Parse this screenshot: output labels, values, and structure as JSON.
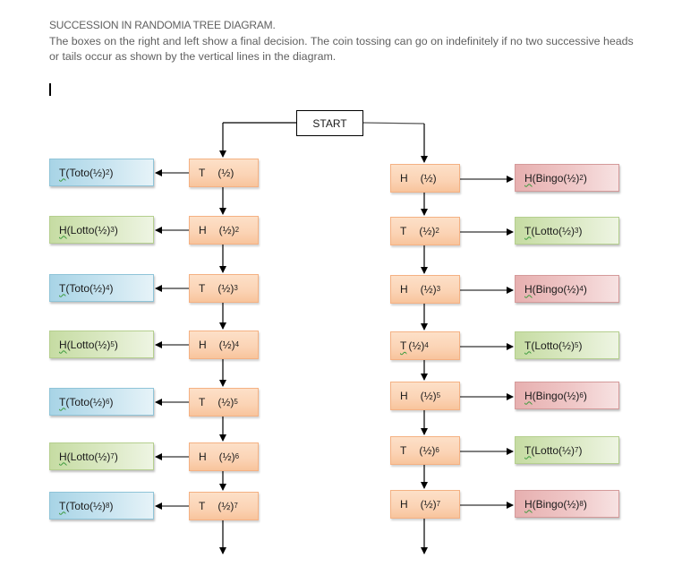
{
  "header": {
    "title": "SUCCESSION IN RANDOMIA TREE DIAGRAM.",
    "description": "The boxes on the right and left show a final decision. The coin tossing can go on indefinitely if no two successive heads or tails occur as shown by the vertical lines in the diagram."
  },
  "diagram": {
    "start_label": "START",
    "left_chain": [
      {
        "side": "T",
        "base": "(½)",
        "exp": "",
        "outcome": {
          "letter": "T",
          "name": "Toto",
          "exp": "2",
          "kind": "toto"
        }
      },
      {
        "side": "H",
        "base": "(½)",
        "exp": "2",
        "outcome": {
          "letter": "H",
          "name": "Lotto",
          "exp": "3",
          "kind": "lotto"
        }
      },
      {
        "side": "T",
        "base": "(½)",
        "exp": "3",
        "outcome": {
          "letter": "T",
          "name": "Toto",
          "exp": "4",
          "kind": "toto"
        }
      },
      {
        "side": "H",
        "base": "(½)",
        "exp": "4",
        "outcome": {
          "letter": "H",
          "name": "Lotto",
          "exp": "5",
          "kind": "lotto"
        }
      },
      {
        "side": "T",
        "base": "(½)",
        "exp": "5",
        "outcome": {
          "letter": "T",
          "name": "Toto",
          "exp": "6",
          "kind": "toto"
        }
      },
      {
        "side": "H",
        "base": "(½)",
        "exp": "6",
        "outcome": {
          "letter": "H",
          "name": "Lotto",
          "exp": "7",
          "kind": "lotto"
        }
      },
      {
        "side": "T",
        "base": "(½)",
        "exp": "7",
        "outcome": {
          "letter": "T",
          "name": "Toto",
          "exp": "8",
          "kind": "toto"
        }
      }
    ],
    "right_chain": [
      {
        "side": "H",
        "base": "(½)",
        "exp": "",
        "outcome": {
          "letter": "H",
          "name": "Bingo",
          "exp": "2",
          "kind": "bingo"
        }
      },
      {
        "side": "T",
        "base": "(½)",
        "exp": "2",
        "outcome": {
          "letter": "T",
          "name": "Lotto",
          "exp": "3",
          "kind": "lotto"
        }
      },
      {
        "side": "H",
        "base": "(½)",
        "exp": "3",
        "outcome": {
          "letter": "H",
          "name": "Bingo",
          "exp": "4",
          "kind": "bingo"
        }
      },
      {
        "side": "T",
        "base": "(½)",
        "exp": "4",
        "outcome": {
          "letter": "T",
          "name": "Lotto",
          "exp": "5",
          "kind": "lotto"
        }
      },
      {
        "side": "H",
        "base": "(½)",
        "exp": "5",
        "outcome": {
          "letter": "H",
          "name": "Bingo",
          "exp": "6",
          "kind": "bingo"
        }
      },
      {
        "side": "T",
        "base": "(½)",
        "exp": "6",
        "outcome": {
          "letter": "T",
          "name": "Lotto",
          "exp": "7",
          "kind": "lotto"
        }
      },
      {
        "side": "H",
        "base": "(½)",
        "exp": "7",
        "outcome": {
          "letter": "H",
          "name": "Bingo",
          "exp": "8",
          "kind": "bingo"
        }
      }
    ]
  }
}
